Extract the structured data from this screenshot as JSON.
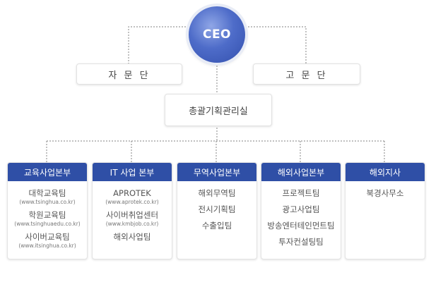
{
  "ceo": {
    "label": "CEO"
  },
  "advisory": {
    "label": "자 문 단"
  },
  "consulting": {
    "label": "고 문 단"
  },
  "planning": {
    "label": "총괄기획관리실"
  },
  "departments": [
    {
      "name": "교육사업본부",
      "teams": [
        {
          "name": "대학교육팀",
          "url": "(www.tsinghua.co.kr)"
        },
        {
          "name": "학원교육팀",
          "url": "(www.tsinghuaedu.co.kr)"
        },
        {
          "name": "사이버교육팀",
          "url": "(www.itsinghua.co.kr)"
        }
      ]
    },
    {
      "name": "IT 사업 본부",
      "teams": [
        {
          "name": "APROTEK",
          "url": "(www.aprotek.co.kr)"
        },
        {
          "name": "사이버취업센터",
          "url": "(www.kmbjob.co.kr)"
        },
        {
          "name": "해외사업팀",
          "url": ""
        }
      ]
    },
    {
      "name": "무역사업본부",
      "teams": [
        {
          "name": "해외무역팀",
          "url": ""
        },
        {
          "name": "전시기획팀",
          "url": ""
        },
        {
          "name": "수출입팀",
          "url": ""
        }
      ]
    },
    {
      "name": "해외사업본부",
      "teams": [
        {
          "name": "프로젝트팀",
          "url": ""
        },
        {
          "name": "광고사업팀",
          "url": ""
        },
        {
          "name": "방송엔터테인먼트팀",
          "url": ""
        },
        {
          "name": "투자컨설팅팀",
          "url": ""
        }
      ]
    },
    {
      "name": "해외지사",
      "teams": [
        {
          "name": "북경사무소",
          "url": ""
        }
      ]
    }
  ]
}
